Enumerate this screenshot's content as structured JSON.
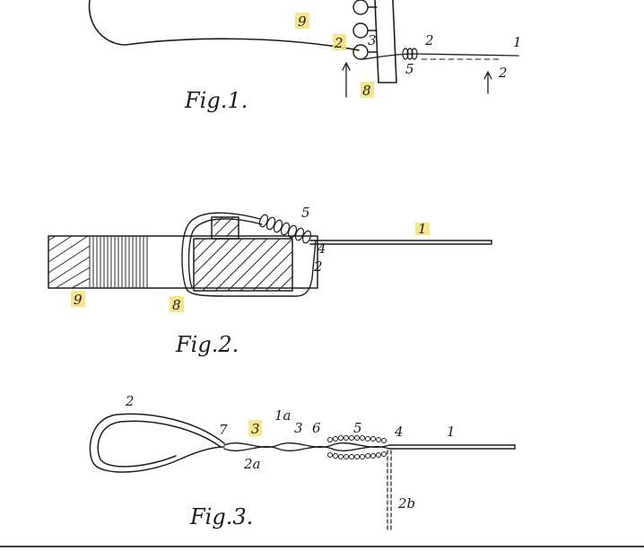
{
  "figures": [
    {
      "caption": "Fig.1.",
      "labels": {
        "l9": "9",
        "l2": "2",
        "l3": "3",
        "l2b": "2",
        "l1": "1",
        "l5": "5",
        "l8": "8",
        "l2c": "2"
      }
    },
    {
      "caption": "Fig.2.",
      "labels": {
        "l5": "5",
        "l1": "1",
        "l4": "4",
        "l2": "2",
        "l9": "9",
        "l8": "8"
      }
    },
    {
      "caption": "Fig.3.",
      "labels": {
        "l2": "2",
        "l7": "7",
        "l3": "3",
        "l1a": "1a",
        "l3b": "3",
        "l6": "6",
        "l5": "5",
        "l4": "4",
        "l1": "1",
        "l2a": "2a",
        "l2b": "2b"
      }
    }
  ],
  "highlight_color": "#f3e27a"
}
